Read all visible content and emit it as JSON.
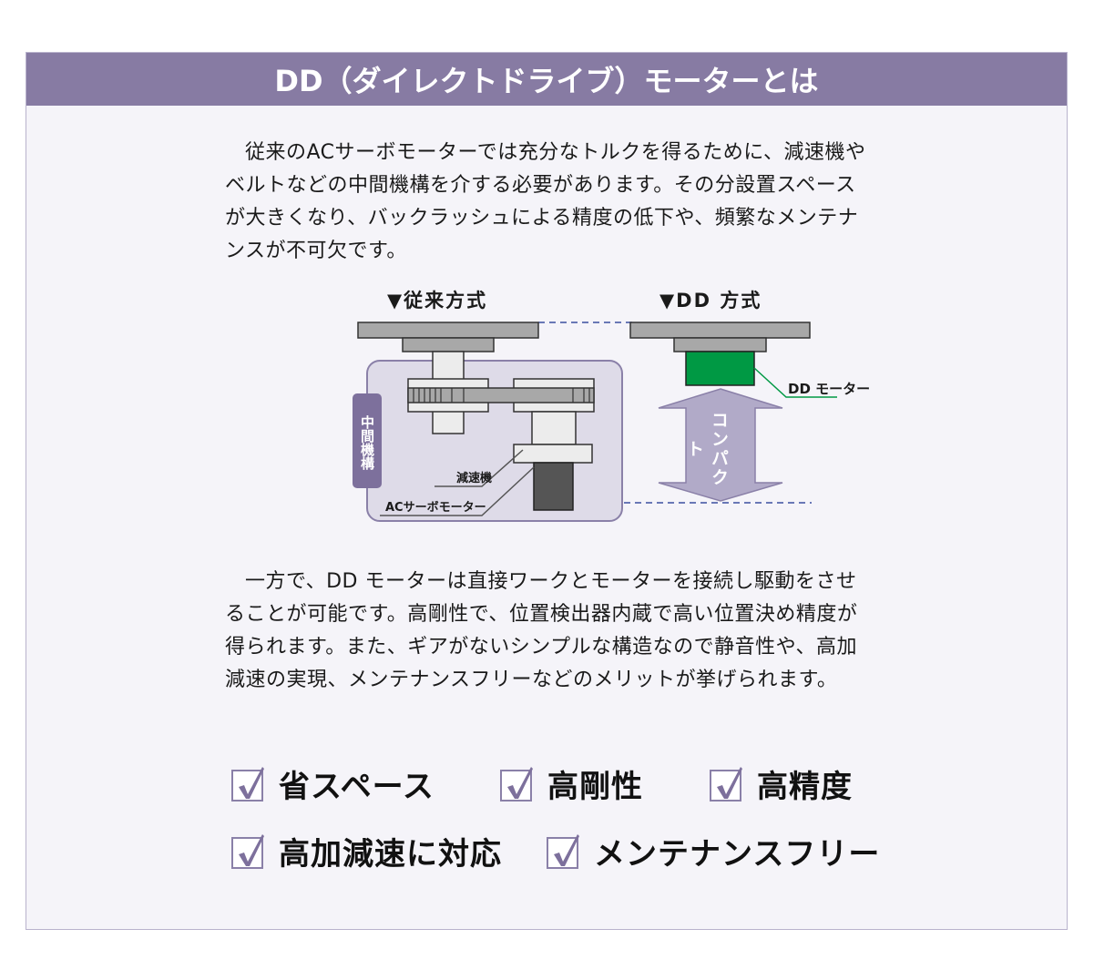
{
  "header": {
    "title": "DD（ダイレクトドライブ）モーターとは"
  },
  "intro": {
    "text": "従来のACサーボモーターでは充分なトルクを得るために、減速機やベルトなどの中間機構を介する必要があります。その分設置スペースが大きくなり、バックラッシュによる精度の低下や、頻繁なメンテナンスが不可欠です。"
  },
  "diagram": {
    "conventional": {
      "title": "▼従来方式",
      "side_label": "中間機構",
      "reducer_label": "減速機",
      "motor_label": "ACサーボモーター"
    },
    "dd": {
      "title": "▼DD 方式",
      "motor_label": "DD モーター",
      "arrow_label": "コンパクト"
    },
    "colors": {
      "gray_plate": "#a8a8a8",
      "light_part": "#ececec",
      "dark_motor": "#555555",
      "dd_motor": "#009944",
      "mechanism_bg": "#dedbe8",
      "mechanism_border": "#8a80a8",
      "side_tag": "#7d709c",
      "arrow": "#b1aac8",
      "dashed_line": "#3b4ea0"
    }
  },
  "body": {
    "text": "一方で、DD モーターは直接ワークとモーターを接続し駆動をさせることが可能です。高剛性で、位置検出器内蔵で高い位置決め精度が得られます。また、ギアがないシンプルな構造なので静音性や、高加減速の実現、メンテナンスフリーなどのメリットが挙げられます。"
  },
  "features": [
    {
      "label": "省スペース",
      "icon": "checkbox-checked-icon"
    },
    {
      "label": "高剛性",
      "icon": "checkbox-checked-icon"
    },
    {
      "label": "高精度",
      "icon": "checkbox-checked-icon"
    },
    {
      "label": "高加減速に対応",
      "icon": "checkbox-checked-icon"
    },
    {
      "label": "メンテナンスフリー",
      "icon": "checkbox-checked-icon"
    }
  ],
  "theme": {
    "header_bg": "#877ba3",
    "panel_bg": "#f5f4f9",
    "check_color": "#7d709c"
  }
}
